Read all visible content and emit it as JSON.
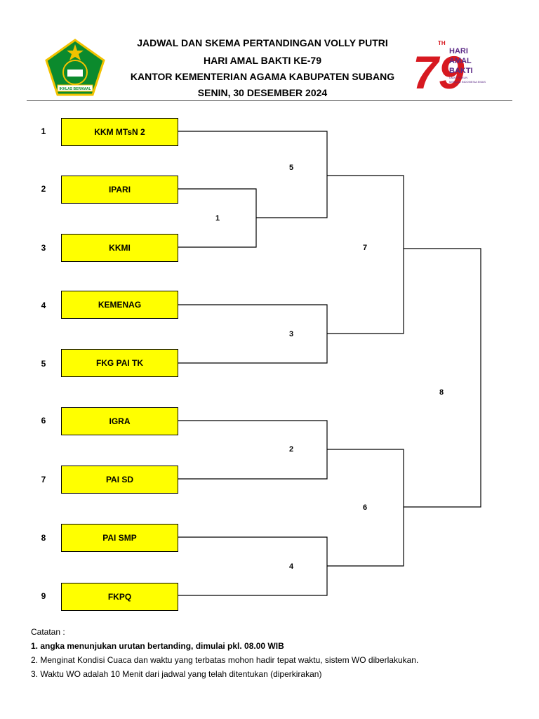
{
  "header": {
    "line1": "JADWAL DAN SKEMA PERTANDINGAN VOLLY PUTRI",
    "line2": "HARI AMAL BAKTI KE-79",
    "line3": "KANTOR KEMENTERIAN AGAMA KABUPATEN SUBANG",
    "line4": "SENIN, 30 DESEMBER 2024"
  },
  "left_logo": {
    "name": "kemenag-emblem",
    "text": "IKHLAS BERAMAL",
    "colors": {
      "green": "#0b8a2d",
      "gold": "#f2c200"
    }
  },
  "right_logo": {
    "name": "hab-79-logo",
    "th": "TH",
    "hari": "HARI",
    "amal": "AMAL",
    "bakti": "BAKTI",
    "tag1": "UMAT RUKUN",
    "tag2": "MENUJU INDONESIA EMAS",
    "colors": {
      "red": "#d71920",
      "purple": "#5b2a86"
    }
  },
  "teams": [
    {
      "no": "1",
      "name": "KKM MTsN 2"
    },
    {
      "no": "2",
      "name": "IPARI"
    },
    {
      "no": "3",
      "name": "KKMI"
    },
    {
      "no": "4",
      "name": "KEMENAG"
    },
    {
      "no": "5",
      "name": "FKG PAI TK"
    },
    {
      "no": "6",
      "name": "IGRA"
    },
    {
      "no": "7",
      "name": "PAI SD"
    },
    {
      "no": "8",
      "name": "PAI SMP"
    },
    {
      "no": "9",
      "name": "FKPQ"
    }
  ],
  "matches": {
    "m1": "1",
    "m2": "2",
    "m3": "3",
    "m4": "4",
    "m5": "5",
    "m6": "6",
    "m7": "7",
    "m8": "8"
  },
  "notes": {
    "title": "Catatan :",
    "n1": "1. angka menunjukan urutan bertanding, dimulai pkl. 08.00 WIB",
    "n2": "2. Menginat Kondisi Cuaca dan waktu yang terbatas mohon hadir tepat waktu, sistem WO diberlakukan.",
    "n3": "3. Waktu WO adalah 10 Menit dari jadwal yang telah ditentukan (diperkirakan)"
  }
}
